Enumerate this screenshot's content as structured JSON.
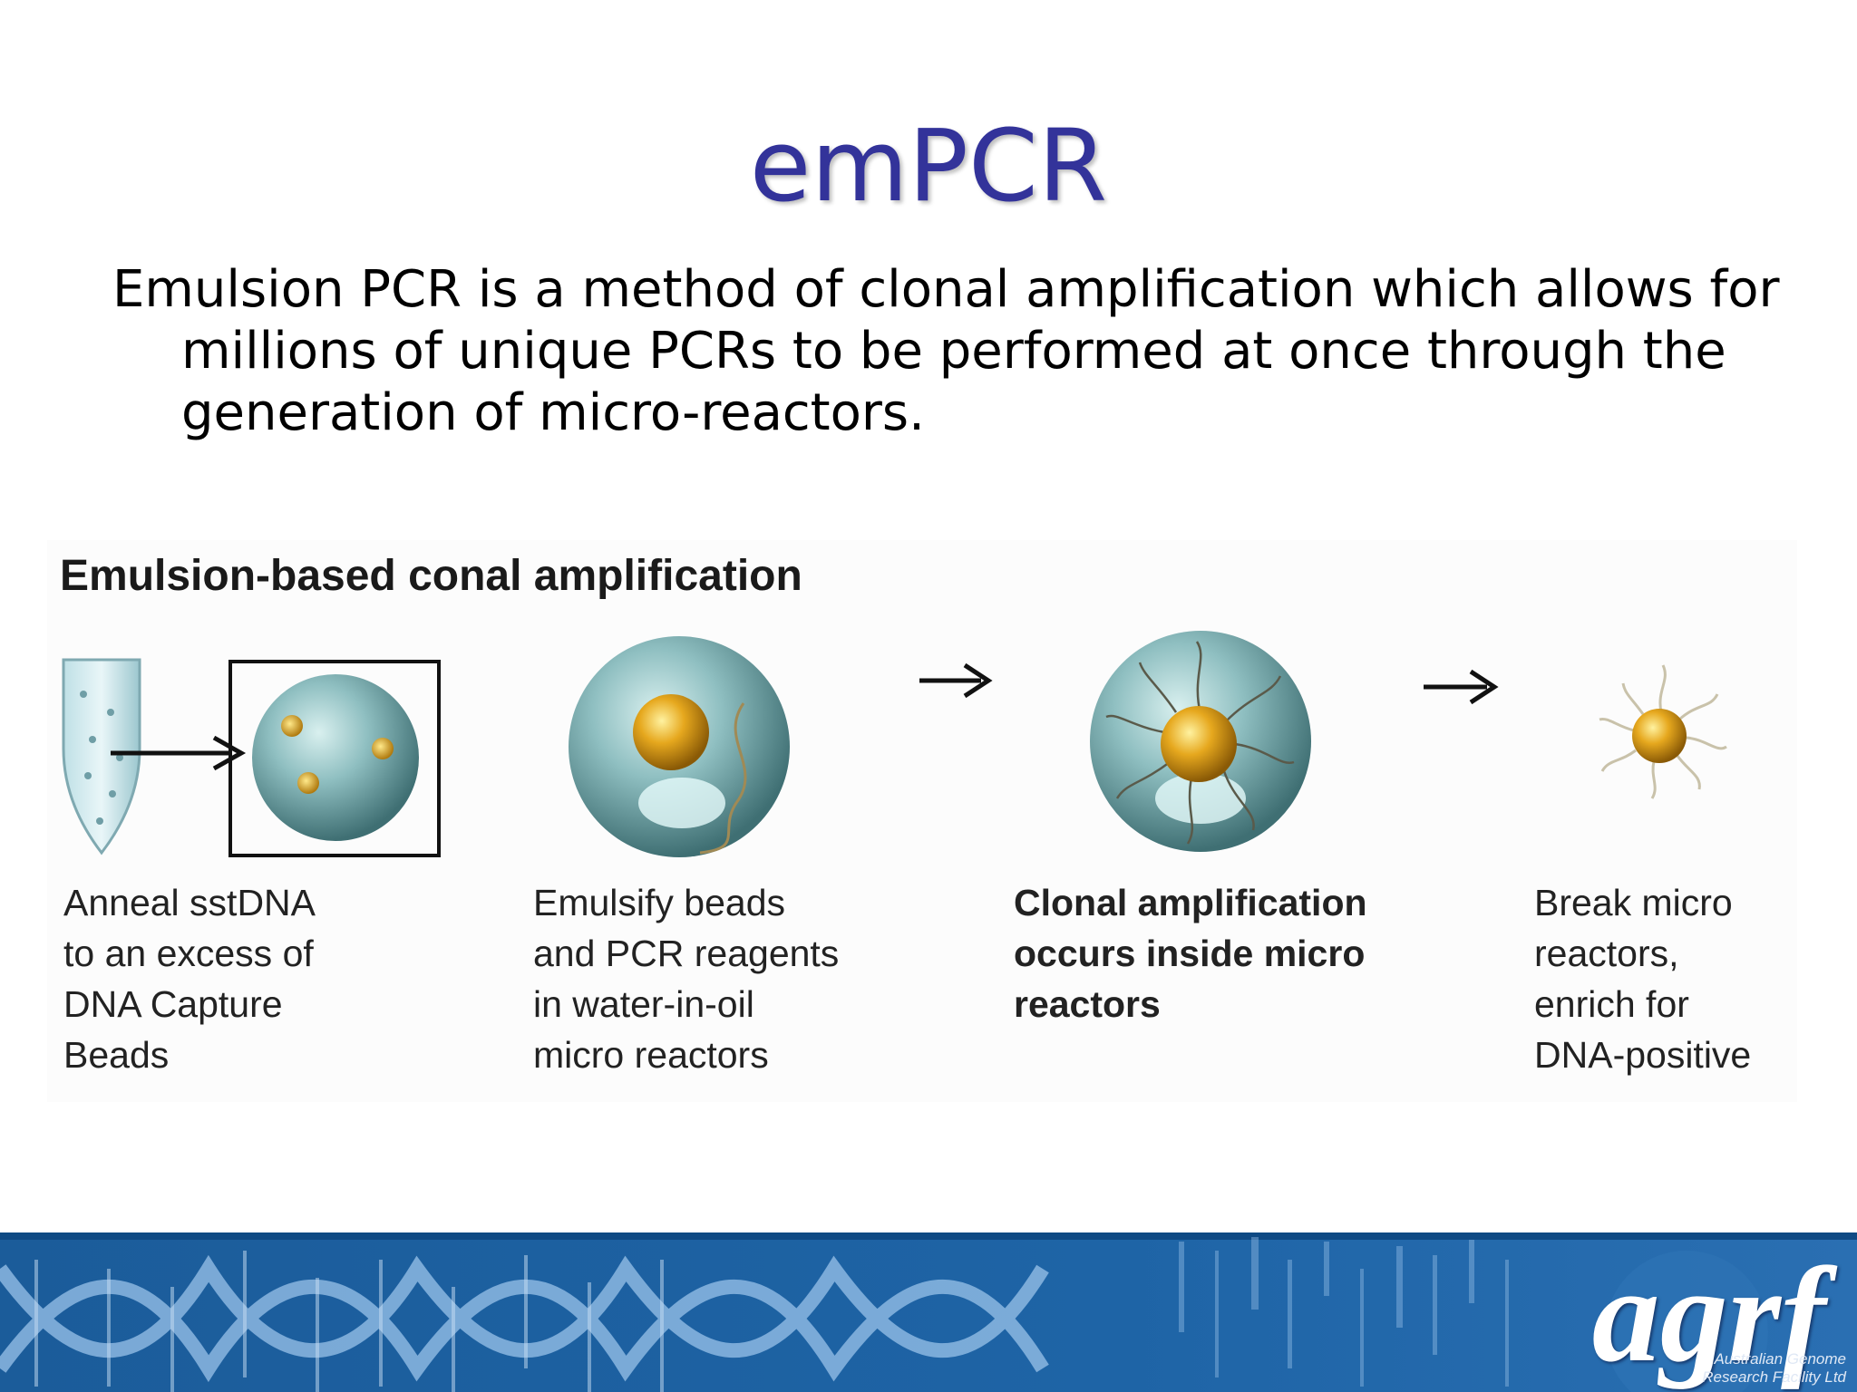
{
  "slide": {
    "title": "emPCR",
    "body": "Emulsion PCR is a method of clonal amplification which allows for millions of unique PCRs to be performed at once through the generation of micro-reactors."
  },
  "figure": {
    "title": "Emulsion-based conal amplification",
    "steps": [
      {
        "caption": [
          "Anneal sstDNA",
          "to an excess of",
          "DNA Capture",
          "Beads"
        ],
        "icon": "tube-to-beads-icon"
      },
      {
        "caption": [
          "Emulsify beads",
          "and PCR reagents",
          "in water-in-oil",
          "micro reactors"
        ],
        "icon": "micro-reactor-bead-icon"
      },
      {
        "caption": [
          "Clonal amplification",
          "occurs inside micro",
          "reactors"
        ],
        "icon": "amplified-bead-icon"
      },
      {
        "caption": [
          "Break micro",
          "reactors,",
          "enrich for",
          "DNA-positive"
        ],
        "icon": "enriched-bead-icon"
      }
    ],
    "arrows": [
      "arrow-right-icon",
      "arrow-right-icon",
      "arrow-right-icon"
    ]
  },
  "footer": {
    "logo": "agrf",
    "logo_subtitle": [
      "Australian Genome",
      "Research Facility Ltd"
    ]
  },
  "colors": {
    "title": "#33339a",
    "footer_blue": "#1f5f9c",
    "droplet": "#6fa3a7",
    "bead": "#e0a21a"
  }
}
